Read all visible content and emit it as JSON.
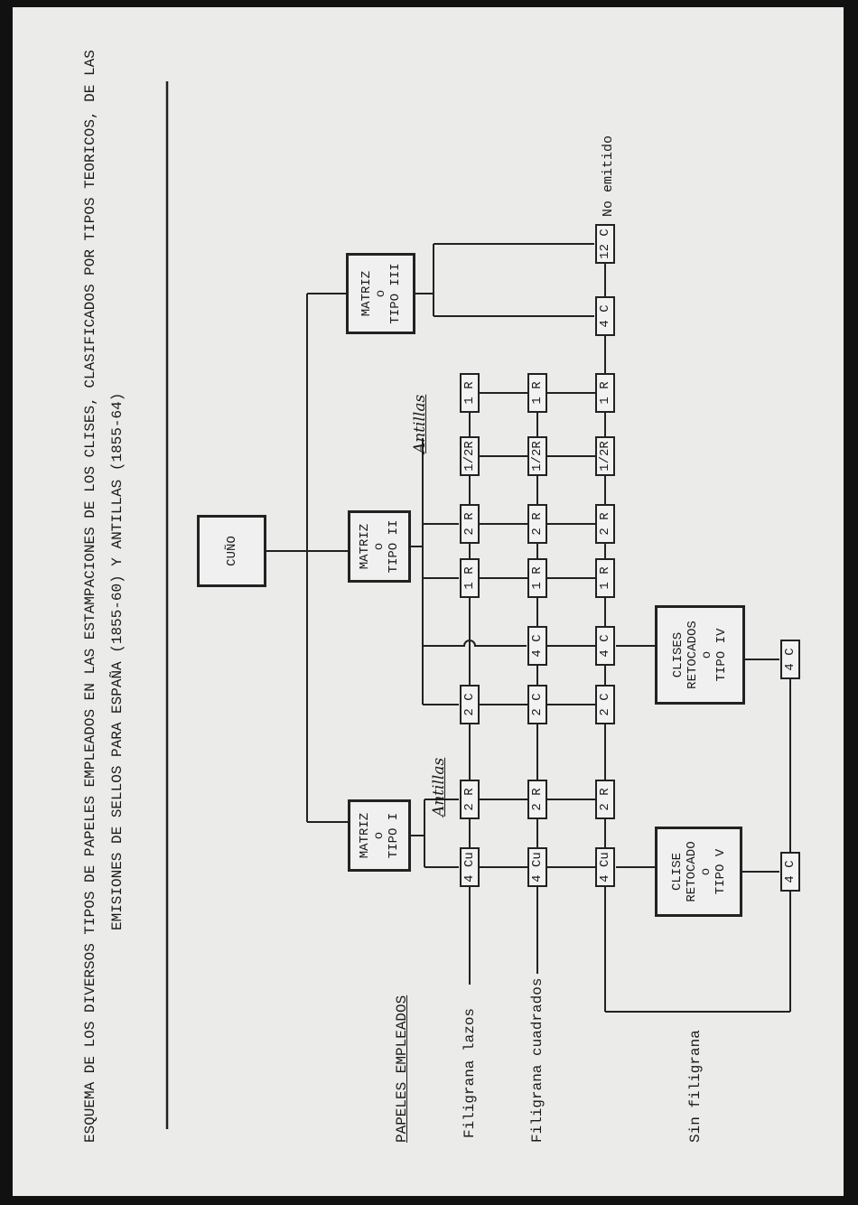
{
  "title": {
    "line1": "ESQUEMA DE LOS DIVERSOS TIPOS DE PAPELES EMPLEADOS EN LAS ESTAMPACIONES DE LOS CLISES, CLASIFICADOS POR TIPOS TEORICOS, DE LAS",
    "line2": "EMISIONES DE SELLOS PARA ESPAÑA (1855-60) Y ANTILLAS (1855-64)"
  },
  "papers": {
    "heading": "PAPELES EMPLEADOS",
    "items": [
      "Filigrana lazos",
      "Filigrana cuadrados",
      "Sin filigrana"
    ]
  },
  "masters": {
    "cuno": "CUÑO",
    "tipo1": [
      "MATRIZ",
      "o",
      "TIPO I"
    ],
    "tipo2": [
      "MATRIZ",
      "o",
      "TIPO II"
    ],
    "tipo3": [
      "MATRIZ",
      "o",
      "TIPO III"
    ],
    "tipo4": [
      "CLISES",
      "RETOCADOS",
      "o",
      "TIPO IV"
    ],
    "tipo5": [
      "CLISE",
      "RETOCADO",
      "o",
      "TIPO V"
    ]
  },
  "rows": {
    "lazos": [
      "4 Cu",
      "2 R",
      "2 C",
      "1 R",
      "2 R",
      "1/2R",
      "1 R"
    ],
    "cuadrados": [
      "4 Cu",
      "2 R",
      "2 C",
      "4 C",
      "1 R",
      "2 R",
      "1/2R",
      "1 R"
    ],
    "sin": [
      "4 Cu",
      "2 R",
      "2 C",
      "4 C",
      "1 R",
      "2 R",
      "1/2R",
      "1 R",
      "4 C",
      "12 C"
    ]
  },
  "retouched": {
    "tipo4_value": "4 C",
    "tipo5_value": "4 C"
  },
  "annotations": {
    "antillas1": "Antillas",
    "antillas2": "Antillas",
    "no_emitido": "No emitido"
  }
}
